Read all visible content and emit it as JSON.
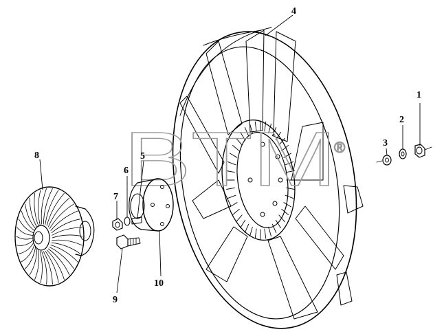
{
  "watermark": {
    "text": "BTM",
    "registered": "®"
  },
  "callouts": [
    {
      "id": "1",
      "label": "1"
    },
    {
      "id": "2",
      "label": "2"
    },
    {
      "id": "3",
      "label": "3"
    },
    {
      "id": "4",
      "label": "4"
    },
    {
      "id": "5",
      "label": "5"
    },
    {
      "id": "6",
      "label": "6"
    },
    {
      "id": "7",
      "label": "7"
    },
    {
      "id": "8",
      "label": "8"
    },
    {
      "id": "9",
      "label": "9"
    },
    {
      "id": "10",
      "label": "10"
    }
  ]
}
